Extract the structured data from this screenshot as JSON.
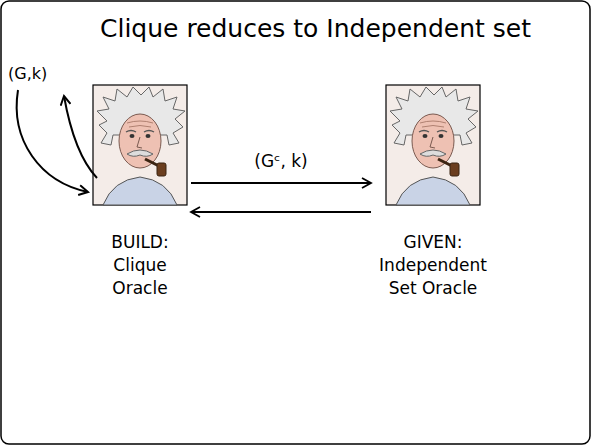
{
  "diagram": {
    "title": "Clique reduces to Independent set",
    "nodes": [
      {
        "text": [
          "BUILD: Clique Oracle"
        ]
      },
      {
        "text": [
          "GIVEN: Independent Set Oracle"
        ]
      }
    ],
    "edges": [
      {
        "from": 0,
        "to": 1,
        "label": "(Gᶜ, k)",
        "arrow": "to"
      },
      {
        "from": 1,
        "to": 0,
        "arrow": "to"
      }
    ],
    "labels": [
      "(G,k)"
    ]
  }
}
